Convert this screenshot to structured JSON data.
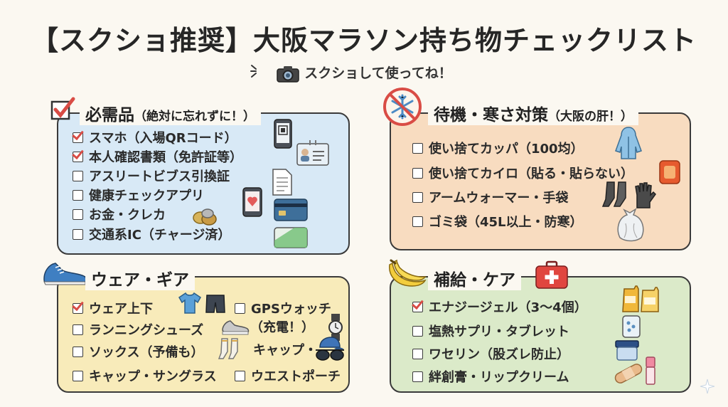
{
  "title": "【スクショ推奨】大阪マラソン持ち物チェックリスト",
  "subtitle": "スクショして使ってね！",
  "sections": {
    "essentials": {
      "heading": "必需品",
      "note": "（絶対に忘れずに！）",
      "items": [
        {
          "label": "スマホ（入場QRコード）",
          "checked": true
        },
        {
          "label": "本人確認書類（免許証等）",
          "checked": true
        },
        {
          "label": "アスリートビブス引換証",
          "checked": false
        },
        {
          "label": "健康チェックアプリ",
          "checked": false
        },
        {
          "label": "お金・クレカ",
          "checked": false
        },
        {
          "label": "交通系IC（チャージ済）",
          "checked": false
        }
      ]
    },
    "cold": {
      "heading": "待機・寒さ対策",
      "note": "（大阪の肝！）",
      "items": [
        {
          "label": "使い捨てカッパ（100均）",
          "checked": false
        },
        {
          "label": "使い捨てカイロ（貼る・貼らない）",
          "checked": false
        },
        {
          "label": "アームウォーマー・手袋",
          "checked": false
        },
        {
          "label": "ゴミ袋（45L以上・防寒）",
          "checked": false
        }
      ]
    },
    "wear": {
      "heading": "ウェア・ギア",
      "items": [
        {
          "label": "ウェア上下",
          "checked": true
        },
        {
          "label": "ランニングシューズ",
          "checked": false
        },
        {
          "label": "ソックス（予備も）",
          "checked": false
        },
        {
          "label": "キャップ・サングラス",
          "checked": false
        }
      ],
      "items_right": [
        {
          "label": "GPSウォッチ",
          "checked": false
        },
        {
          "label": "ウエストポーチ",
          "checked": false
        }
      ],
      "watch_note": "（充電！）",
      "cap_note": "キャップ・"
    },
    "supply": {
      "heading": "補給・ケア",
      "items": [
        {
          "label": "エナジージェル（3〜4個）",
          "checked": true
        },
        {
          "label": "塩熱サプリ・タブレット",
          "checked": false
        },
        {
          "label": "ワセリン（股ズレ防止）",
          "checked": false
        },
        {
          "label": "絆創膏・リップクリーム",
          "checked": false
        }
      ]
    }
  },
  "colors": {
    "check": "#d94c45",
    "blue_panel": "#d8e9f6",
    "orange_panel": "#f8dcc0",
    "yellow_panel": "#f8ebba",
    "green_panel": "#dbeac9"
  },
  "icons": [
    "camera-icon",
    "checkbox-icon",
    "snowflake-icon",
    "shoe-icon",
    "banana-icon",
    "first-aid-icon",
    "smartphone-icon",
    "id-card-icon",
    "document-icon",
    "credit-card-icon",
    "coins-icon",
    "ic-card-icon",
    "raincoat-icon",
    "heat-pack-icon",
    "gloves-icon",
    "trash-bag-icon",
    "tshirt-icon",
    "shorts-icon",
    "sneaker-icon",
    "socks-icon",
    "watch-icon",
    "cap-icon",
    "sunglasses-icon",
    "energy-gel-icon",
    "phone-app-icon",
    "vaseline-icon",
    "bandage-icon"
  ]
}
